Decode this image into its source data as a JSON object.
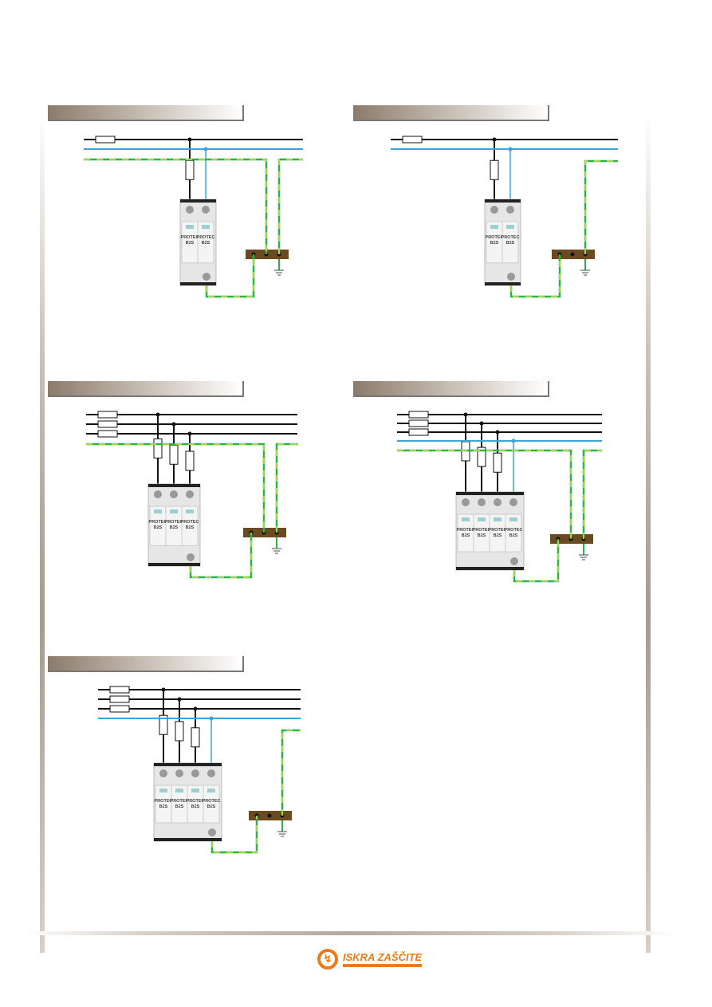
{
  "brand": {
    "name": "ISKRA ZAŠČITE",
    "color": "#f07a1a"
  },
  "colors": {
    "phase": "#111111",
    "neutral": "#3aa6d8",
    "pe_green": "#2db34a",
    "pe_yellow": "#f2e64a",
    "bar": "#6b4a22",
    "device": "#e6e6e6"
  },
  "diagrams": [
    {
      "id": "d1",
      "phases": 1,
      "neutral": true,
      "pe_line": true,
      "modules": [
        "PROTEC B2S",
        "PROTEC B2S"
      ]
    },
    {
      "id": "d2",
      "phases": 1,
      "neutral": true,
      "pe_line": false,
      "modules": [
        "PROTEC B2S",
        "PROTEC B2S"
      ]
    },
    {
      "id": "d3",
      "phases": 3,
      "neutral": false,
      "pe_line": true,
      "modules": [
        "PROTEC B2S",
        "PROTEC B2S",
        "PROTEC B2S"
      ]
    },
    {
      "id": "d4",
      "phases": 3,
      "neutral": true,
      "pe_line": true,
      "modules": [
        "PROTEC B2S",
        "PROTEC B2S",
        "PROTEC B2S",
        "PROTEC B2S"
      ]
    },
    {
      "id": "d5",
      "phases": 3,
      "neutral": true,
      "pe_line": false,
      "modules": [
        "PROTEC B2S",
        "PROTEC B2S",
        "PROTEC B2S",
        "PROTEC B2S"
      ]
    }
  ]
}
